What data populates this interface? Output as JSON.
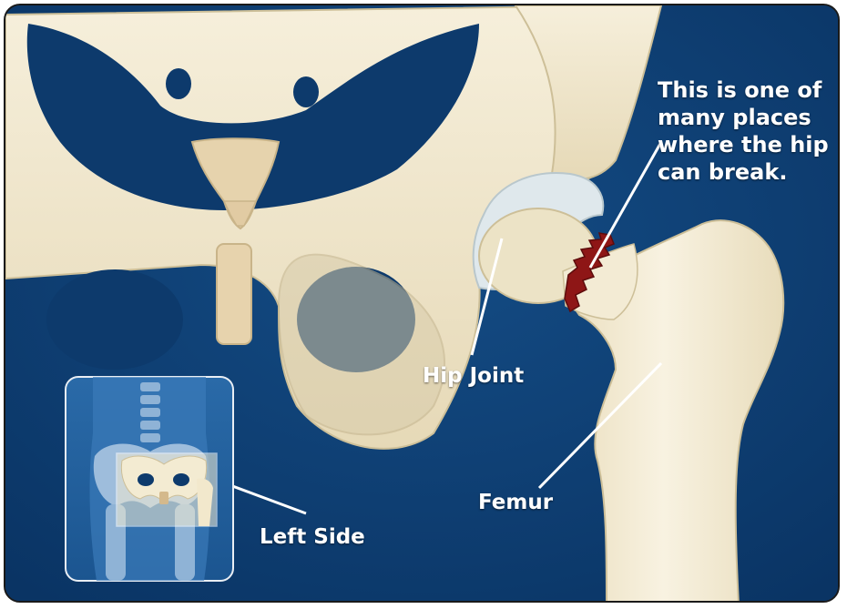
{
  "callout": {
    "note": "This is one of many places where the hip can break."
  },
  "labels": {
    "hip_joint": "Hip Joint",
    "femur": "Femur",
    "left_side": "Left Side"
  },
  "colors": {
    "background": "#0e3f73",
    "bone": "#f2ead2",
    "bone_shadow": "#d9ccaa",
    "cartilage": "#dce7ea",
    "fracture": "#8e1616"
  }
}
